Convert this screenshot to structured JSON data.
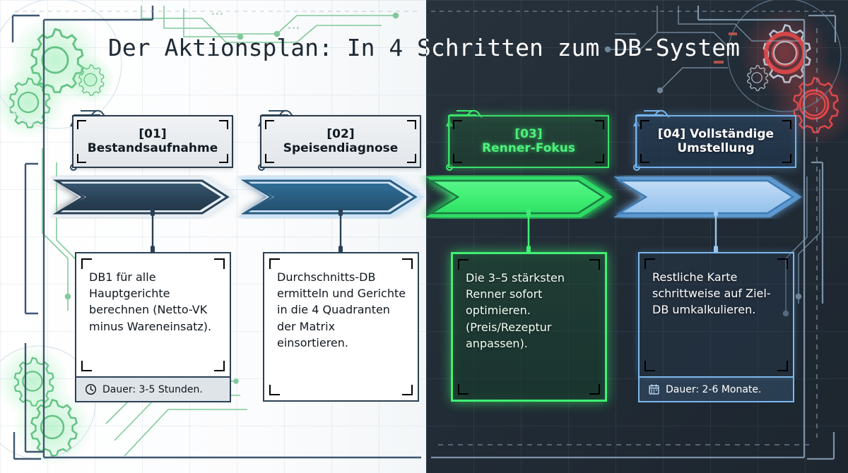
{
  "title": {
    "text": "Der Aktionsplan: In 4 Schritten zum DB-System"
  },
  "theme": {
    "light_bg": "#ffffff",
    "dark_bg": "#232d37",
    "accent_green": "#3ef073",
    "accent_blue": "#7cb8ee",
    "accent_red": "#e0484a",
    "ink_dark": "#111a22",
    "split_x": "603"
  },
  "steps": [
    {
      "id": "step-01",
      "number": "[01]",
      "heading": "Bestandsaufnahme",
      "body": "DB1 für alle Hauptgerichte berechnen (Netto-VK minus Wareneinsatz).",
      "footer": {
        "icon": "clock-icon",
        "label": "Dauer: 3-5 Stunden."
      },
      "chevron_color": "#2e4a60",
      "style": "light"
    },
    {
      "id": "step-02",
      "number": "[02]",
      "heading": "Speisendiagnose",
      "body": "Durchschnitts-DB ermitteln und Gerichte in die 4 Quadranten der Matrix einsortieren.",
      "footer": null,
      "chevron_color": "#2c5f84",
      "style": "light"
    },
    {
      "id": "step-03",
      "number": "[03]",
      "heading": "Renner-Fokus",
      "body": "Die 3–5 stärksten Renner sofort optimieren. (Preis/Rezeptur anpassen).",
      "footer": null,
      "chevron_color": "#3ef073",
      "style": "green"
    },
    {
      "id": "step-04",
      "number": "[04] Vollständige",
      "heading": "Umstellung",
      "body": "Restliche Karte schrittweise auf Ziel-DB umkalkulieren.",
      "footer": {
        "icon": "calendar-icon",
        "label": "Dauer: 2-6 Monate."
      },
      "chevron_color": "#a8cdf0",
      "style": "blue"
    }
  ],
  "decor": {
    "gears_left": "gear-icon",
    "gears_right": "gear-icon",
    "circuit": "circuit-trace"
  }
}
